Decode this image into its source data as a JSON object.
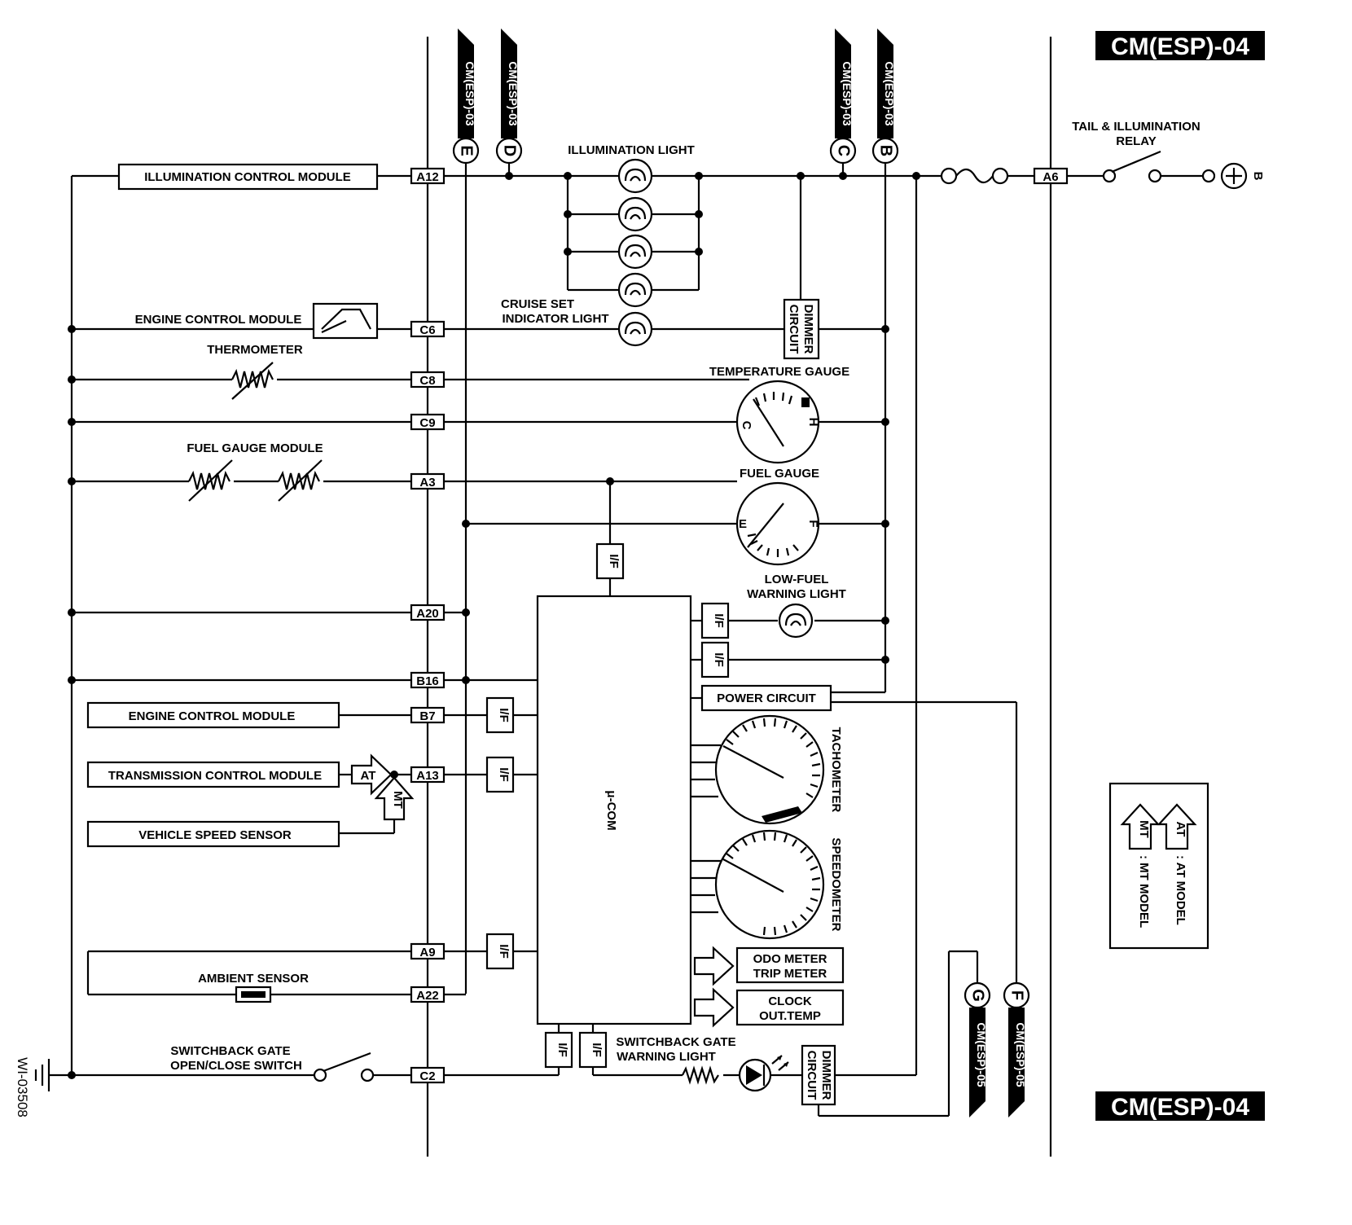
{
  "page": {
    "code": "CM(ESP)-04",
    "figure_id": "WI-03508"
  },
  "connectors": {
    "e": {
      "letter": "E",
      "ref": "CM(ESP)-03"
    },
    "d": {
      "letter": "D",
      "ref": "CM(ESP)-03"
    },
    "c": {
      "letter": "C",
      "ref": "CM(ESP)-03"
    },
    "b": {
      "letter": "B",
      "ref": "CM(ESP)-03"
    },
    "g": {
      "letter": "G",
      "ref": "CM(ESP)-05"
    },
    "f": {
      "letter": "F",
      "ref": "CM(ESP)-05"
    }
  },
  "modules": {
    "illumination_control": "ILLUMINATION CONTROL MODULE",
    "engine_control_1": "ENGINE CONTROL MODULE",
    "thermometer": "THERMOMETER",
    "fuel_gauge_module": "FUEL GAUGE MODULE",
    "engine_control_2": "ENGINE CONTROL MODULE",
    "transmission_control": "TRANSMISSION CONTROL MODULE",
    "vehicle_speed_sensor": "VEHICLE SPEED SENSOR",
    "ambient_sensor": "AMBIENT SENSOR",
    "switchback_switch_1": "SWITCHBACK GATE",
    "switchback_switch_2": "OPEN/CLOSE SWITCH"
  },
  "pins": {
    "a12": "A12",
    "c6": "C6",
    "c8": "C8",
    "c9": "C9",
    "a3": "A3",
    "a20": "A20",
    "b16": "B16",
    "b7": "B7",
    "a13": "A13",
    "a9": "A9",
    "a22": "A22",
    "c2": "C2",
    "a6": "A6"
  },
  "labels": {
    "illumination_light": "ILLUMINATION LIGHT",
    "cruise_1": "CRUISE SET",
    "cruise_2": "INDICATOR LIGHT",
    "dimmer_1": "DIMMER",
    "dimmer_2": "CIRCUIT",
    "temp_gauge": "TEMPERATURE GAUGE",
    "fuel_gauge": "FUEL GAUGE",
    "low_fuel_1": "LOW-FUEL",
    "low_fuel_2": "WARNING LIGHT",
    "power_circuit": "POWER CIRCUIT",
    "tachometer": "TACHOMETER",
    "speedometer": "SPEEDOMETER",
    "odo_1": "ODO METER",
    "odo_2": "TRIP METER",
    "clock_1": "CLOCK",
    "clock_2": "OUT.TEMP",
    "ucom": "μ-COM",
    "switchback_light_1": "SWITCHBACK GATE",
    "switchback_light_2": "WARNING LIGHT",
    "tail_relay_1": "TAIL & ILLUMINATION",
    "tail_relay_2": "RELAY",
    "battery": "B",
    "if": "I/F",
    "at": "AT",
    "mt": "MT",
    "gauge_c": "C",
    "gauge_h": "H",
    "gauge_e": "E",
    "gauge_f": "F"
  },
  "legend": {
    "at_model": ": AT MODEL",
    "mt_model": ": MT MODEL"
  }
}
